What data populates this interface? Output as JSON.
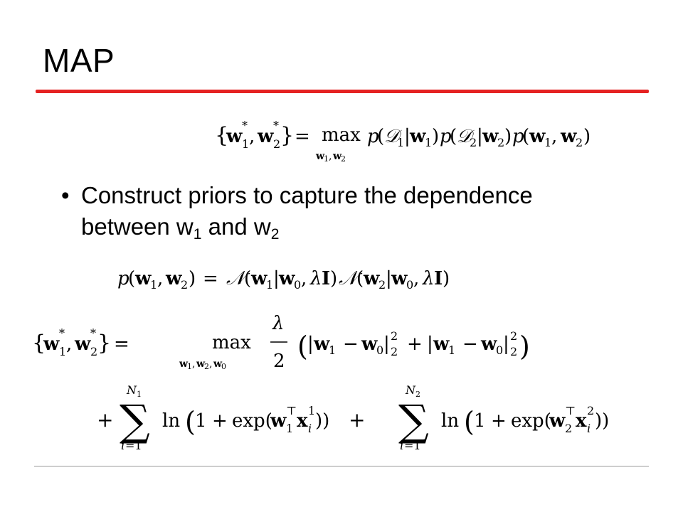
{
  "slide": {
    "title": "MAP",
    "accent_color": "#e52222",
    "bullet": {
      "marker": "•",
      "text_line1": "Construct priors to capture the dependence",
      "text_line2_a": "between w",
      "sub1": "1",
      "text_line2_b": " and w",
      "sub2": "2"
    }
  }
}
